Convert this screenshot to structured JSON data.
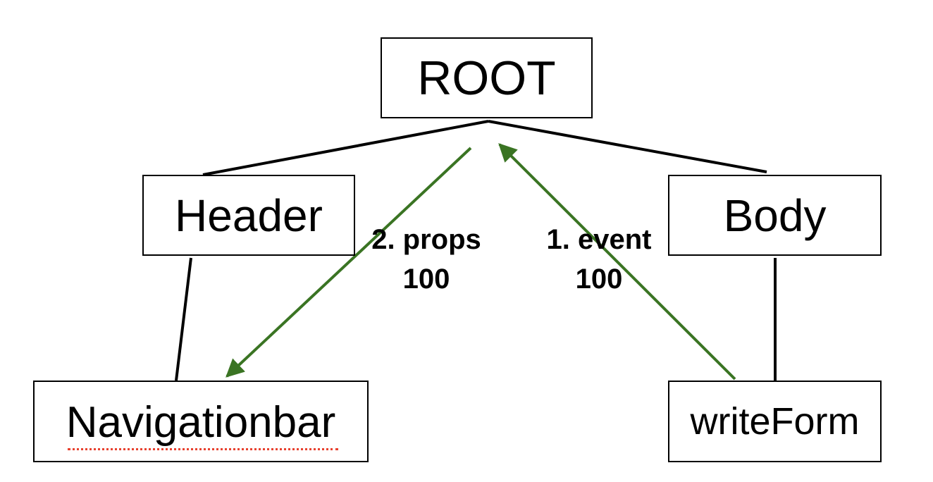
{
  "nodes": {
    "root": "ROOT",
    "header": "Header",
    "body": "Body",
    "navigationbar": "Navigationbar",
    "writeform": "writeForm"
  },
  "arrows": {
    "props": {
      "label": "2. props",
      "value": "100"
    },
    "event": {
      "label": "1. event",
      "value": "100"
    }
  },
  "colors": {
    "edge": "#000000",
    "arrow": "#3a7423",
    "spellcheck_underline": "#e8412f"
  }
}
